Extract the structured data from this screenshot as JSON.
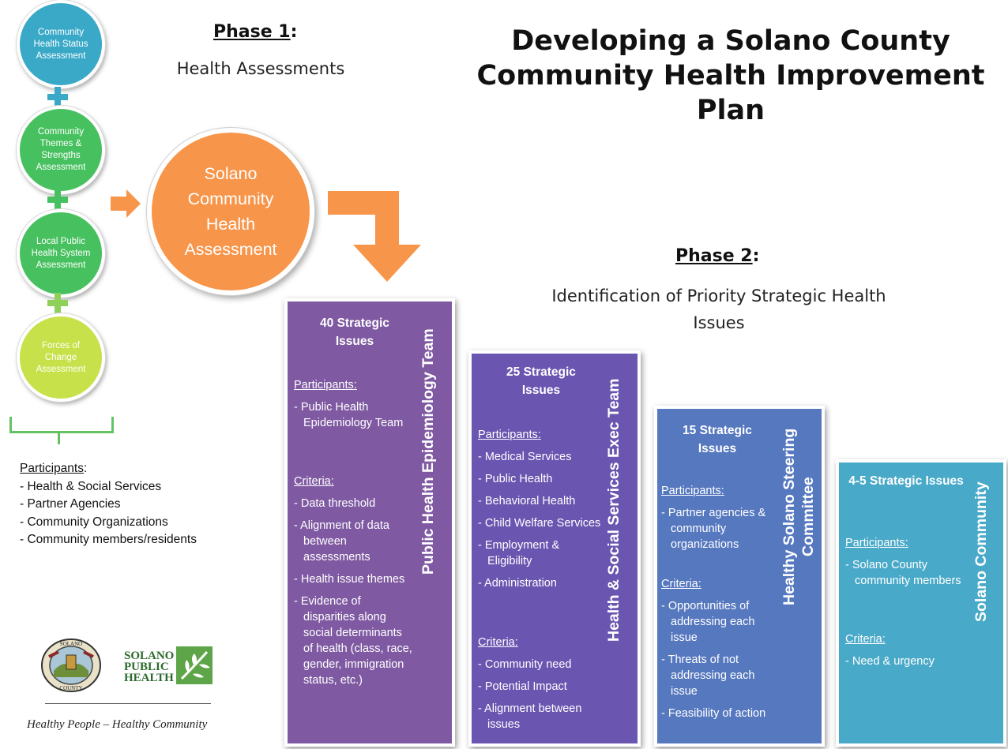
{
  "title": "Developing a Solano County Community Health Improvement Plan",
  "phase1": {
    "label": "Phase 1",
    "colon": ":",
    "subtitle": "Health Assessments"
  },
  "phase2": {
    "label": "Phase 2",
    "colon": ":",
    "subtitle": "Identification of Priority Strategic Health Issues"
  },
  "assessments": [
    {
      "label": "Community Health Status Assessment",
      "color": "#3aa9c8"
    },
    {
      "label": "Community Themes & Strengths Assessment",
      "color": "#47c15f"
    },
    {
      "label": "Local Public Health System Assessment",
      "color": "#47c15f"
    },
    {
      "label": "Forces of Change Assessment",
      "color": "#c7e14a"
    }
  ],
  "central_assessment": "Solano Community Health Assessment",
  "left_participants": {
    "label": "Participants",
    "colon": ":",
    "items": [
      "- Health & Social Services",
      "- Partner Agencies",
      "- Community Organizations",
      "- Community members/residents"
    ]
  },
  "columns": [
    {
      "heading": "40 Strategic Issues",
      "team": "Public Health Epidemiology Team",
      "color": "#7f5aa2",
      "participants_label": "Participants",
      "participants": [
        "- Public Health Epidemiology Team"
      ],
      "criteria_label": "Criteria",
      "criteria": [
        "- Data threshold",
        "- Alignment of data between assessments",
        "- Health issue themes",
        "- Evidence of disparities along social determinants of health (class, race, gender, immigration status, etc.)"
      ]
    },
    {
      "heading": "25 Strategic Issues",
      "team": "Health & Social Services Exec Team",
      "color": "#6a55b0",
      "participants_label": "Participants",
      "participants": [
        "- Medical Services",
        "- Public Health",
        "- Behavioral Health",
        "- Child Welfare Services",
        "- Employment & Eligibility",
        "- Administration"
      ],
      "criteria_label": "Criteria",
      "criteria": [
        "- Community need",
        "- Potential Impact",
        "- Alignment between issues"
      ]
    },
    {
      "heading": "15 Strategic Issues",
      "team": "Healthy Solano Steering Committee",
      "color": "#5678bf",
      "participants_label": "Participants",
      "participants": [
        "- Partner agencies & community organizations"
      ],
      "criteria_label": "Criteria",
      "criteria": [
        "- Opportunities of addressing each issue",
        "- Threats of not addressing each issue",
        "- Feasibility of action"
      ]
    },
    {
      "heading": "4-5 Strategic Issues",
      "team": "Solano Community",
      "color": "#49a9c8",
      "participants_label": "Participants",
      "participants": [
        "- Solano County community members"
      ],
      "criteria_label": "Criteria",
      "criteria": [
        "- Need & urgency"
      ]
    }
  ],
  "logo": {
    "org_name": "SOLANO PUBLIC HEALTH",
    "seal_text": "SOLANO COUNTY"
  },
  "tagline": "Healthy People – Healthy Community",
  "colors": {
    "orange": "#f7954a",
    "green_bracket": "#64c264"
  }
}
